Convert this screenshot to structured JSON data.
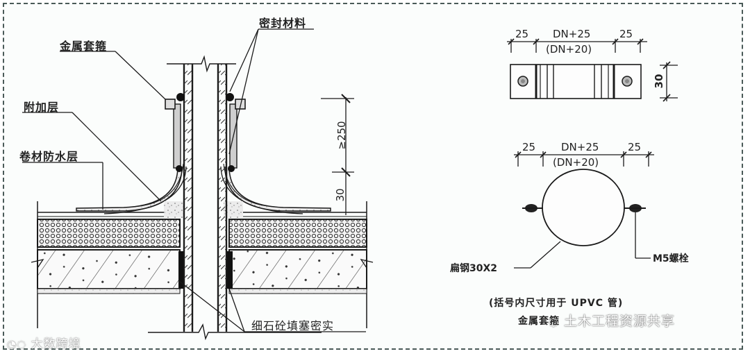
{
  "diagram": {
    "type": "construction-detail",
    "section": {
      "labels": {
        "metal_clamp": "金属套箍",
        "sealing_material": "密封材料",
        "additional_layer": "附加层",
        "membrane_waterproof_layer": "卷材防水层",
        "fine_aggregate_concrete_fill": "细石砼填塞密实"
      },
      "dimensions": {
        "upturn_height": "≥250",
        "fillet_height": "30"
      }
    },
    "clamp_plan": {
      "dims_top": [
        "25",
        "DN+25",
        "25"
      ],
      "dims_top_alt": "(DN+20)",
      "height_dim": "30"
    },
    "clamp_ring": {
      "dims_top": [
        "25",
        "DN+25",
        "25"
      ],
      "dims_top_alt": "(DN+20)",
      "labels": {
        "flat_steel": "扁钢30X2",
        "bolt": "M5螺栓"
      },
      "note": "(括号内尺寸用于 UPVC 管)",
      "title": "金属套箍"
    }
  },
  "watermarks": {
    "bottom_left": "大数跨境",
    "bottom_right": "土木工程资源共享"
  },
  "colors": {
    "line": "#1a1a1a",
    "frame": "#4a5a58",
    "background": "#fbfdfc"
  }
}
